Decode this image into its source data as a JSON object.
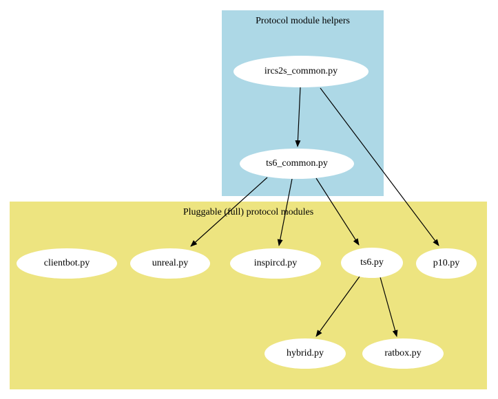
{
  "diagram": {
    "clusters": {
      "helpers": {
        "label": "Protocol module helpers",
        "bg": "#ADD8E6"
      },
      "modules": {
        "label": "Pluggable (full) protocol modules",
        "bg": "#EDE480"
      }
    },
    "nodes": {
      "ircs2s_common": {
        "label": "ircs2s_common.py"
      },
      "ts6_common": {
        "label": "ts6_common.py"
      },
      "clientbot": {
        "label": "clientbot.py"
      },
      "unreal": {
        "label": "unreal.py"
      },
      "inspircd": {
        "label": "inspircd.py"
      },
      "ts6": {
        "label": "ts6.py"
      },
      "p10": {
        "label": "p10.py"
      },
      "hybrid": {
        "label": "hybrid.py"
      },
      "ratbox": {
        "label": "ratbox.py"
      }
    },
    "edges": [
      {
        "from": "ircs2s_common.py",
        "to": "ts6_common.py"
      },
      {
        "from": "ircs2s_common.py",
        "to": "p10.py"
      },
      {
        "from": "ts6_common.py",
        "to": "unreal.py"
      },
      {
        "from": "ts6_common.py",
        "to": "inspircd.py"
      },
      {
        "from": "ts6_common.py",
        "to": "ts6.py"
      },
      {
        "from": "ts6.py",
        "to": "hybrid.py"
      },
      {
        "from": "ts6.py",
        "to": "ratbox.py"
      }
    ]
  }
}
